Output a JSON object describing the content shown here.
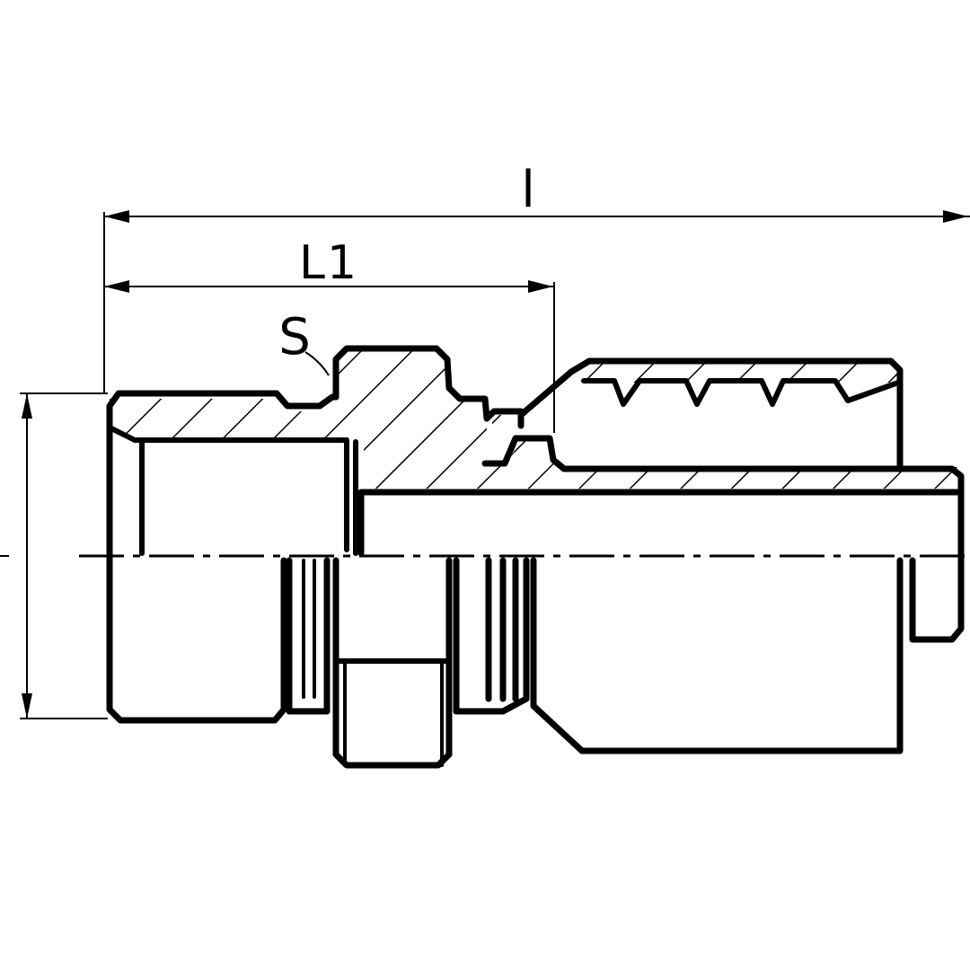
{
  "dimensions": {
    "overall_length_label": "l",
    "thread_length_label": "L1",
    "hex_size_label": "S"
  },
  "colors": {
    "line": "#000000",
    "background": "#ffffff"
  }
}
